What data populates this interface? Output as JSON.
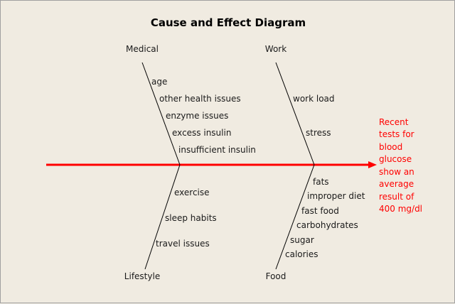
{
  "title": "Cause and Effect Diagram",
  "colors": {
    "spine": "#ff0000",
    "effect_text": "#ff0000",
    "bone": "#000000"
  },
  "categories": {
    "medical": {
      "label": "Medical",
      "causes": [
        "age",
        "other health issues",
        "enzyme issues",
        "excess insulin",
        "insufficient insulin"
      ]
    },
    "work": {
      "label": "Work",
      "causes": [
        "work load",
        "stress"
      ]
    },
    "lifestyle": {
      "label": "Lifestyle",
      "causes": [
        "exercise",
        "sleep habits",
        "travel issues"
      ]
    },
    "food": {
      "label": "Food",
      "causes": [
        "fats",
        "improper diet",
        "fast food",
        "carbohydrates",
        "sugar",
        "calories"
      ]
    }
  },
  "effect": {
    "lines": [
      "Recent",
      "tests for",
      "blood",
      "glucose",
      "show an",
      "average",
      "result of",
      "400 mg/dl"
    ]
  }
}
